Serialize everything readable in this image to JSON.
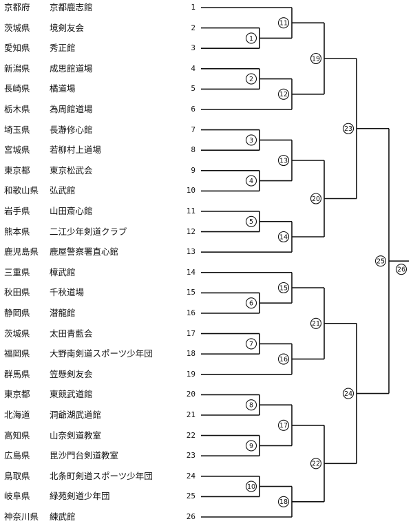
{
  "entries": [
    {
      "seed": "1",
      "pref": "京都府",
      "team": "京都鹿志館"
    },
    {
      "seed": "2",
      "pref": "茨城県",
      "team": "境剣友会"
    },
    {
      "seed": "3",
      "pref": "愛知県",
      "team": "秀正館"
    },
    {
      "seed": "4",
      "pref": "新潟県",
      "team": "成思館道場"
    },
    {
      "seed": "5",
      "pref": "長崎県",
      "team": "橘道場"
    },
    {
      "seed": "6",
      "pref": "栃木県",
      "team": "為周館道場"
    },
    {
      "seed": "7",
      "pref": "埼玉県",
      "team": "長瀞修心館"
    },
    {
      "seed": "8",
      "pref": "宮城県",
      "team": "若柳村上道場"
    },
    {
      "seed": "9",
      "pref": "東京都",
      "team": "東京松武会"
    },
    {
      "seed": "10",
      "pref": "和歌山県",
      "team": "弘武館"
    },
    {
      "seed": "11",
      "pref": "岩手県",
      "team": "山田斎心館"
    },
    {
      "seed": "12",
      "pref": "熊本県",
      "team": "二江少年剣道クラブ"
    },
    {
      "seed": "13",
      "pref": "鹿児島県",
      "team": "鹿屋警察署直心館"
    },
    {
      "seed": "14",
      "pref": "三重県",
      "team": "樟武館"
    },
    {
      "seed": "15",
      "pref": "秋田県",
      "team": "千秋道場"
    },
    {
      "seed": "16",
      "pref": "静岡県",
      "team": "潜龍館"
    },
    {
      "seed": "17",
      "pref": "茨城県",
      "team": "太田青藍会"
    },
    {
      "seed": "18",
      "pref": "福岡県",
      "team": "大野南剣道スポーツ少年団"
    },
    {
      "seed": "19",
      "pref": "群馬県",
      "team": "笠懸剣友会"
    },
    {
      "seed": "20",
      "pref": "東京都",
      "team": "東競武道館"
    },
    {
      "seed": "21",
      "pref": "北海道",
      "team": "洞爺湖武道館"
    },
    {
      "seed": "22",
      "pref": "高知県",
      "team": "山奈剣道教室"
    },
    {
      "seed": "23",
      "pref": "広島県",
      "team": "毘沙門台剣道教室"
    },
    {
      "seed": "24",
      "pref": "鳥取県",
      "team": "北条町剣道スポーツ少年団"
    },
    {
      "seed": "25",
      "pref": "岐阜県",
      "team": "緑苑剣道少年団"
    },
    {
      "seed": "26",
      "pref": "神奈川県",
      "team": "練武館"
    }
  ],
  "matches": [
    {
      "no": "1",
      "players": [
        "2",
        "3"
      ]
    },
    {
      "no": "2",
      "players": [
        "4",
        "5"
      ]
    },
    {
      "no": "3",
      "players": [
        "7",
        "8"
      ]
    },
    {
      "no": "4",
      "players": [
        "9",
        "10"
      ]
    },
    {
      "no": "5",
      "players": [
        "11",
        "12"
      ]
    },
    {
      "no": "6",
      "players": [
        "15",
        "16"
      ]
    },
    {
      "no": "7",
      "players": [
        "17",
        "18"
      ]
    },
    {
      "no": "8",
      "players": [
        "20",
        "21"
      ]
    },
    {
      "no": "9",
      "players": [
        "22",
        "23"
      ]
    },
    {
      "no": "10",
      "players": [
        "24",
        "25"
      ]
    },
    {
      "no": "11",
      "players": [
        "1",
        "M1"
      ]
    },
    {
      "no": "12",
      "players": [
        "M2",
        "6"
      ]
    },
    {
      "no": "13",
      "players": [
        "M3",
        "M4"
      ]
    },
    {
      "no": "14",
      "players": [
        "M5",
        "13"
      ]
    },
    {
      "no": "15",
      "players": [
        "14",
        "M6"
      ]
    },
    {
      "no": "16",
      "players": [
        "M7",
        "19"
      ]
    },
    {
      "no": "17",
      "players": [
        "M8",
        "M9"
      ]
    },
    {
      "no": "18",
      "players": [
        "M10",
        "26"
      ]
    },
    {
      "no": "19",
      "players": [
        "M11",
        "M12"
      ]
    },
    {
      "no": "20",
      "players": [
        "M13",
        "M14"
      ]
    },
    {
      "no": "21",
      "players": [
        "M15",
        "M16"
      ]
    },
    {
      "no": "22",
      "players": [
        "M17",
        "M18"
      ]
    },
    {
      "no": "23",
      "players": [
        "M19",
        "M20"
      ]
    },
    {
      "no": "24",
      "players": [
        "M21",
        "M22"
      ]
    },
    {
      "no": "25",
      "players": [
        "M23",
        "M24"
      ]
    },
    {
      "no": "26",
      "players": [
        "M25"
      ]
    }
  ]
}
